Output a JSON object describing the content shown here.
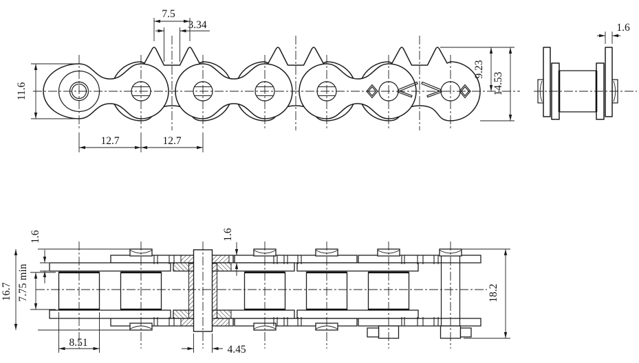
{
  "drawing": {
    "kind": "roller chain technical drawing",
    "colors": {
      "line": "#1c1c1c",
      "background": "#ffffff"
    },
    "side_view": {
      "dims": {
        "tooth_spacing": "7.5",
        "tooth_flat": "3.34",
        "plate_height": "11.6",
        "pitch_left": "12.7",
        "pitch_right": "12.7",
        "center_to_tooth_tip": "9.23",
        "tooth_plate_height": "14.53"
      }
    },
    "end_view": {
      "dims": {
        "plate_thickness": "1.6"
      }
    },
    "plan_view": {
      "dims": {
        "inner_plate_thickness": "1.6",
        "pin_length": "16.7",
        "inner_width": "7.75 min",
        "outer_plate_thickness": "1.6",
        "roller_width": "8.51",
        "bush_width": "4.45",
        "pin_length_overall": "18.2"
      }
    }
  }
}
